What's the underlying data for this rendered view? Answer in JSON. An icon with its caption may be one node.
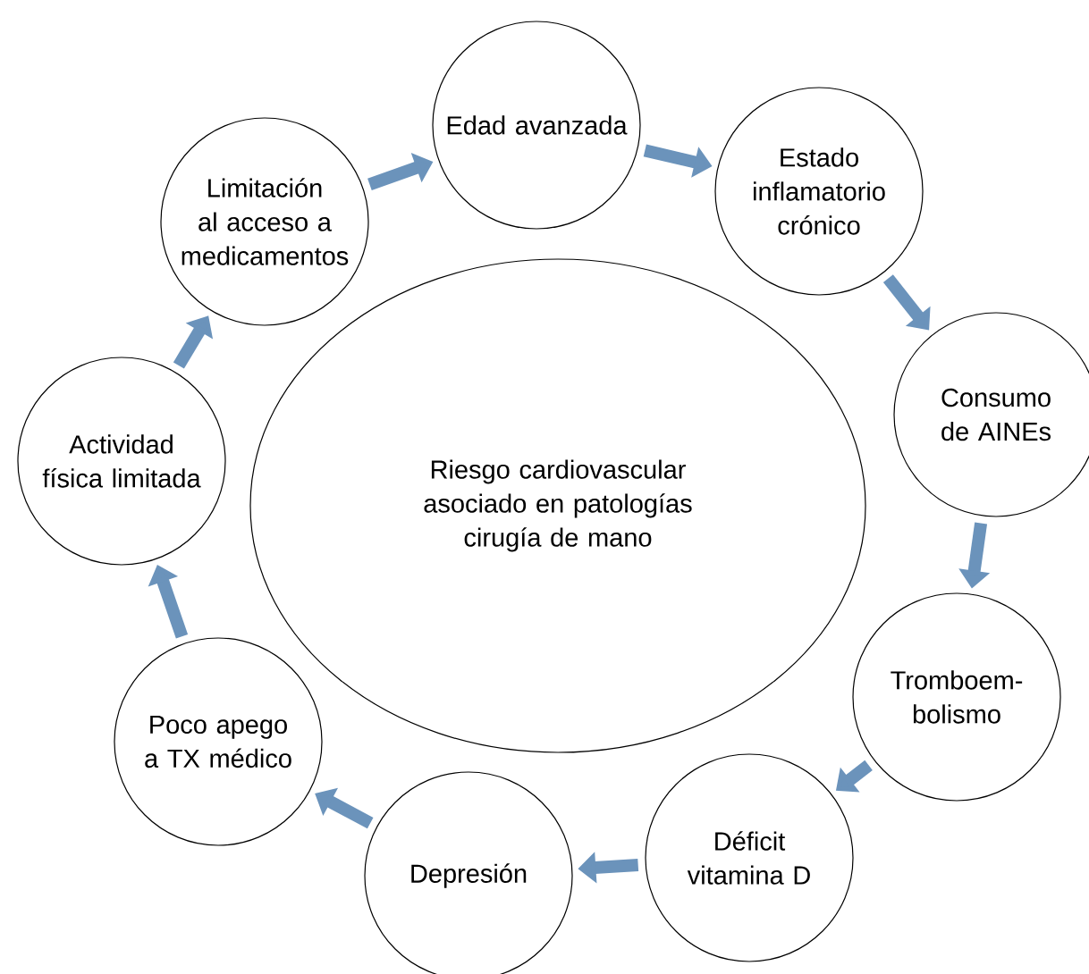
{
  "diagram": {
    "nodes": [
      {
        "text": [
          "Riesgo cardiovascular asociado en patologías cirugía de mano"
        ]
      },
      {
        "text": [
          "Edad avanzada"
        ]
      },
      {
        "text": [
          "Estado inflamatorio crónico"
        ]
      },
      {
        "text": [
          "Consumo de AINEs"
        ]
      },
      {
        "text": [
          "Tromboem- bolismo"
        ]
      },
      {
        "text": [
          "Déficit vitamina D"
        ]
      },
      {
        "text": [
          "Depresión"
        ]
      },
      {
        "text": [
          "Poco apego a TX médico"
        ]
      },
      {
        "text": [
          "Actividad física limitada"
        ]
      },
      {
        "text": [
          "Limitación al acceso a medicamentos"
        ]
      }
    ],
    "edges": [
      {
        "from": 1,
        "to": 2,
        "arrow": "to"
      },
      {
        "from": 2,
        "to": 3,
        "arrow": "to"
      },
      {
        "from": 3,
        "to": 4,
        "arrow": "to"
      },
      {
        "from": 4,
        "to": 5,
        "arrow": "to"
      },
      {
        "from": 5,
        "to": 6,
        "arrow": "to"
      },
      {
        "from": 6,
        "to": 7,
        "arrow": "to"
      },
      {
        "from": 7,
        "to": 8,
        "arrow": "to"
      },
      {
        "from": 8,
        "to": 9,
        "arrow": "to"
      },
      {
        "from": 9,
        "to": 1,
        "arrow": "to"
      }
    ]
  }
}
